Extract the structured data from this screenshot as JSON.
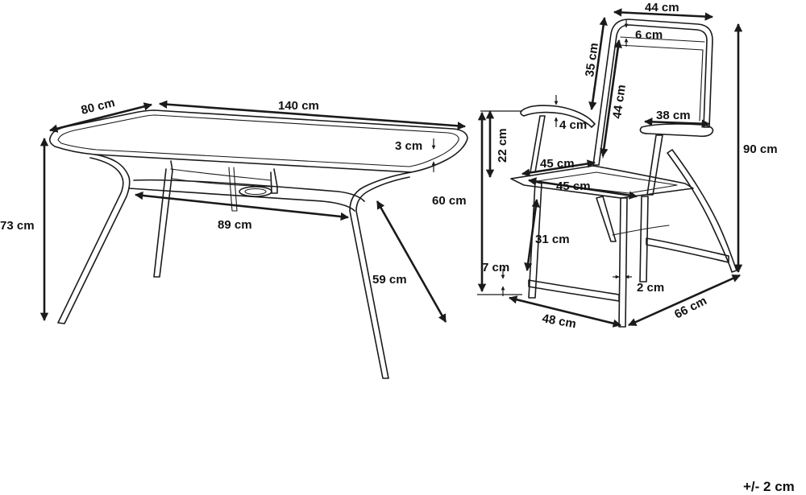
{
  "table": {
    "length": "140 cm",
    "width": "80 cm",
    "height": "73 cm",
    "top_thickness": "3 cm",
    "inner_frame": "89 cm",
    "leg": "59 cm"
  },
  "chair": {
    "back_width": "44 cm",
    "back_top": "6 cm",
    "back_lower": "35 cm",
    "back_height": "44 cm",
    "armrest_thickness": "4 cm",
    "armrest_length": "38 cm",
    "armrest_height": "22 cm",
    "seat_depth_a": "45 cm",
    "seat_depth_b": "45 cm",
    "seat_height": "60 cm",
    "leg_height": "31 cm",
    "foot": "7 cm",
    "tube": "2 cm",
    "base_width": "48 cm",
    "base_depth": "66 cm",
    "total_height": "90 cm"
  },
  "tolerance": "+/- 2 cm"
}
